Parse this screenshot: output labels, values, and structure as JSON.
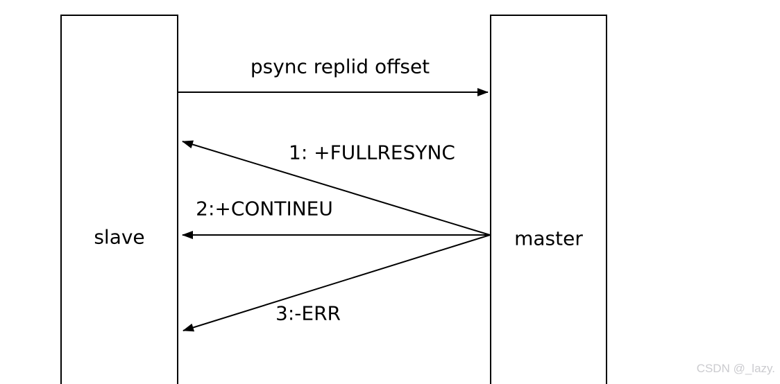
{
  "diagram": {
    "type": "sequence",
    "participants": [
      {
        "id": "slave",
        "label": "slave"
      },
      {
        "id": "master",
        "label": "master"
      }
    ],
    "messages": [
      {
        "label": "psync replid offset",
        "from": "slave",
        "to": "master"
      },
      {
        "label": "1: +FULLRESYNC",
        "from": "master",
        "to": "slave"
      },
      {
        "label": "2:+CONTINEU",
        "from": "master",
        "to": "slave"
      },
      {
        "label": "3:-ERR",
        "from": "master",
        "to": "slave"
      }
    ],
    "colors": {
      "line": "#000000",
      "text": "#000000",
      "background": "#ffffff"
    }
  },
  "watermark": {
    "text": "CSDN @_lazy.",
    "color": "#cbcbcf"
  }
}
